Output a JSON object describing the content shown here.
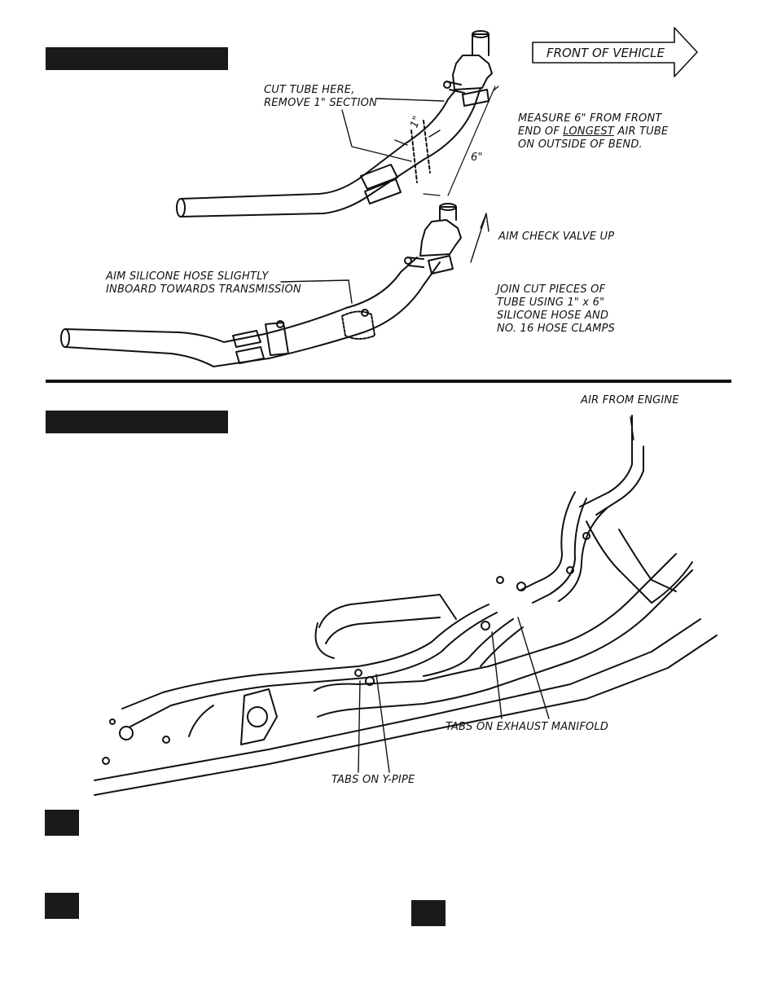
{
  "figure1": {
    "front_arrow": "FRONT OF VEHICLE",
    "cut_note_line1": "CUT TUBE HERE,",
    "cut_note_line2": "REMOVE 1\" SECTION",
    "dim_one_inch": "1\"",
    "dim_six_inch": "6\"",
    "measure_line1": "MEASURE 6\" FROM FRONT",
    "measure_line2_pre": "END OF ",
    "measure_line2_u": "LONGEST",
    "measure_line2_post": " AIR TUBE",
    "measure_line3": "ON OUTSIDE OF BEND.",
    "aim_valve": "AIM CHECK VALVE UP",
    "aim_hose_line1": "AIM SILICONE HOSE SLIGHTLY",
    "aim_hose_line2": "INBOARD TOWARDS TRANSMISSION",
    "join_line1": "JOIN CUT PIECES OF",
    "join_line2": "TUBE USING 1\" x 6\"",
    "join_line3": "SILICONE HOSE AND",
    "join_line4": "NO. 16 HOSE CLAMPS"
  },
  "figure2": {
    "air_from_engine": "AIR FROM ENGINE",
    "tabs_manifold": "TABS ON EXHAUST MANIFOLD",
    "tabs_ypipe": "TABS ON Y-PIPE"
  }
}
